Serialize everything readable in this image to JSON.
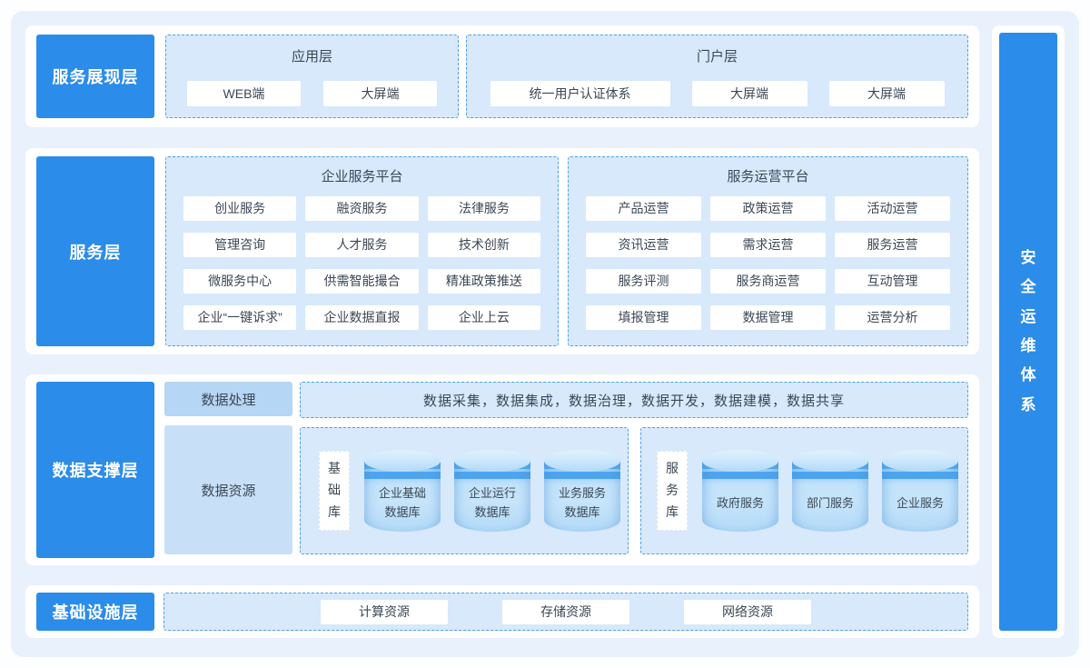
{
  "presentation": {
    "label": "服务展现层",
    "app": {
      "title": "应用层",
      "items": [
        "WEB端",
        "大屏端"
      ]
    },
    "portal": {
      "title": "门户层",
      "items": [
        "统一用户认证体系",
        "大屏端",
        "大屏端"
      ]
    }
  },
  "service": {
    "label": "服务层",
    "enterprise": {
      "title": "企业服务平台",
      "items": [
        "创业服务",
        "融资服务",
        "法律服务",
        "管理咨询",
        "人才服务",
        "技术创新",
        "微服务中心",
        "供需智能撮合",
        "精准政策推送",
        "企业“一键诉求”",
        "企业数据直报",
        "企业上云"
      ]
    },
    "operation": {
      "title": "服务运营平台",
      "items": [
        "产品运营",
        "政策运营",
        "活动运营",
        "资讯运营",
        "需求运营",
        "服务运营",
        "服务评测",
        "服务商运营",
        "互动管理",
        "填报管理",
        "数据管理",
        "运营分析"
      ]
    }
  },
  "data_support": {
    "label": "数据支撑层",
    "processing": {
      "label": "数据处理",
      "pipeline": "数据采集，数据集成，数据治理，数据开发，数据建模，数据共享"
    },
    "resource": {
      "label": "数据资源"
    },
    "base_db": {
      "label": [
        "基",
        "础",
        "库"
      ],
      "cylinders": [
        [
          "企业基础",
          "数据库"
        ],
        [
          "企业运行",
          "数据库"
        ],
        [
          "业务服务",
          "数据库"
        ]
      ]
    },
    "service_db": {
      "label": [
        "服",
        "务",
        "库"
      ],
      "cylinders": [
        "政府服务",
        "部门服务",
        "企业服务"
      ]
    }
  },
  "infrastructure": {
    "label": "基础设施层",
    "items": [
      "计算资源",
      "存储资源",
      "网络资源"
    ]
  },
  "security": {
    "label": [
      "安",
      "全",
      "运",
      "维",
      "体",
      "系"
    ]
  },
  "colors": {
    "accent_blue": "#2b8ce9",
    "dashed_border_blue": "#4e9fec",
    "group_fill": "#d7e9fb",
    "panel_fill": "#e8f1fc",
    "card_fill": "#ffffff",
    "processing_fill": "#b5d6f5",
    "resource_fill": "#c7e0f8",
    "cylinder_band": "#55a9f0",
    "cylinder_body": "#c2e3fa",
    "text_dark": "#3b4754"
  }
}
